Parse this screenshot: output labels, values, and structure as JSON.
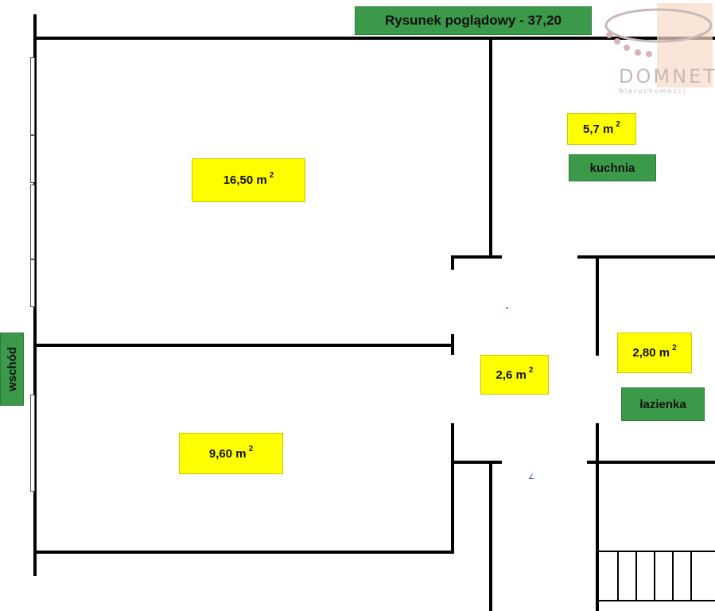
{
  "title": "Rysunek poglądowy - 37,20",
  "rooms": [
    {
      "area": "16,50 m",
      "unit_sup": "2"
    },
    {
      "area": "9,60 m",
      "unit_sup": "2"
    },
    {
      "area": "2,6 m",
      "unit_sup": "2"
    },
    {
      "area": "5,7 m",
      "unit_sup": "2",
      "name": "kuchnia"
    },
    {
      "area": "2,80 m",
      "unit_sup": "2",
      "name": "łazienka"
    }
  ],
  "side_label": "wschód",
  "logo": {
    "name": "DOMNET",
    "tagline": "Nieruchomości"
  },
  "colors": {
    "area_bg": "#ffff00",
    "label_bg": "#3b9a4a",
    "wall": "#000000",
    "logo": "#c9b8ba"
  }
}
